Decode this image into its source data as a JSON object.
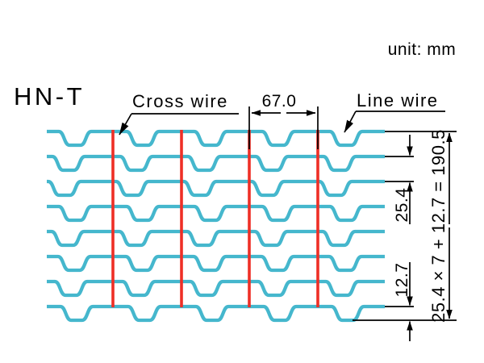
{
  "title": "HN-T",
  "unit_note": "unit: mm",
  "labels": {
    "cross_wire": "Cross wire",
    "line_wire": "Line wire"
  },
  "dimensions": {
    "cross_wire_pitch": "67.0",
    "line_wire_pitch": "25.4",
    "edge_offset": "12.7",
    "total_height": "25.4 × 7 + 12.7 = 190.5"
  },
  "mesh": {
    "line_wire_count": 8,
    "cross_wire_count": 4,
    "cross_wire_positions": [
      140,
      225,
      309,
      394
    ]
  },
  "colors": {
    "wire": "#45B7CD",
    "cross_wire": "#EE2F26",
    "unit_text": "#2AA7CE",
    "ink": "#000000"
  }
}
